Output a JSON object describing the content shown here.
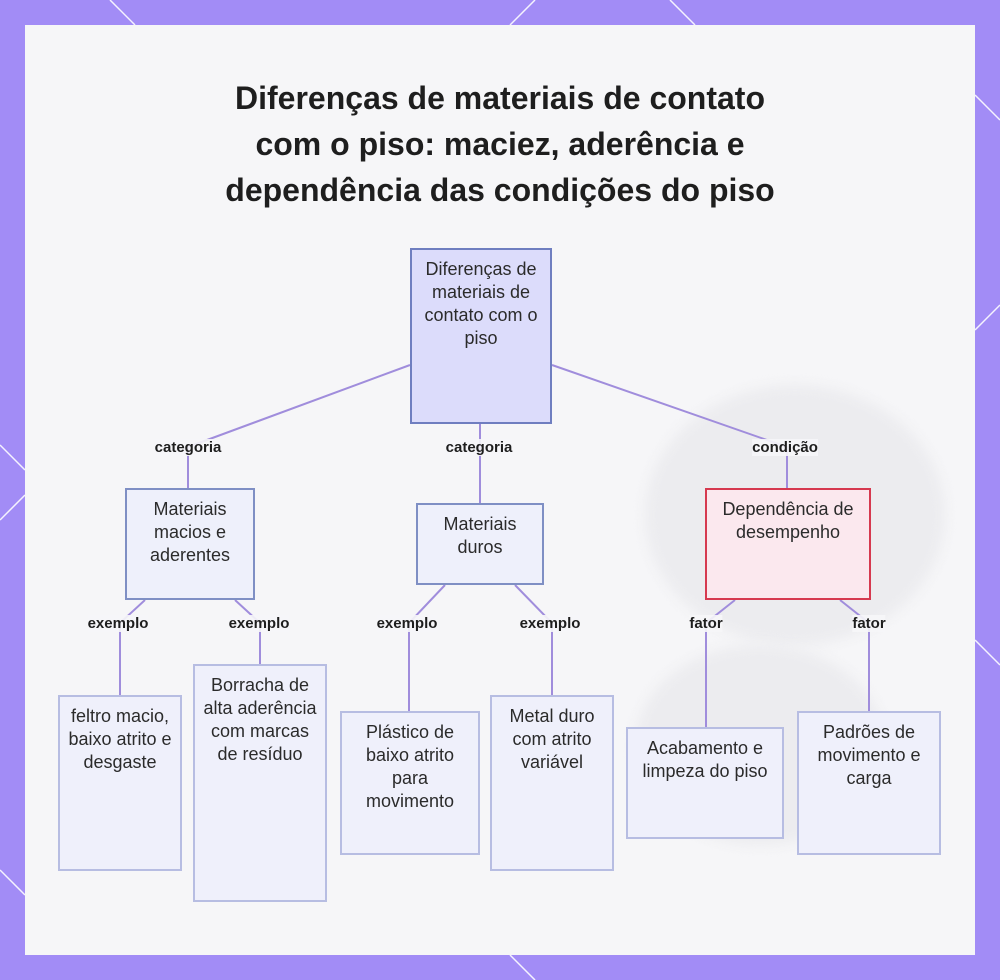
{
  "title_lines": [
    "Diferenças de materiais de contato",
    "com o piso: maciez, aderência e",
    "dependência das condições do piso"
  ],
  "nodes": {
    "root": "Diferenças de materiais de contato com o piso",
    "soft": "Materiais macios e aderentes",
    "hard": "Materiais duros",
    "perf": "Dependência de desempenho",
    "felt": "feltro macio, baixo atrito e desgaste",
    "rubber": "Borracha de alta aderência com marcas de resíduo",
    "plastic": "Plástico de baixo atrito para movimento",
    "metal": "Metal duro com atrito variável",
    "finish": "Acabamento e limpeza do piso",
    "patterns": "Padrões de movimento e carga"
  },
  "edge_labels": {
    "root_soft": "categoria",
    "root_hard": "categoria",
    "root_perf": "condição",
    "soft_felt": "exemplo",
    "soft_rubber": "exemplo",
    "hard_plastic": "exemplo",
    "hard_metal": "exemplo",
    "perf_finish": "fator",
    "perf_patterns": "fator"
  },
  "colors": {
    "frame": "#a28cf6",
    "edge": "#a08ddc",
    "alert_border": "#d6394f"
  }
}
